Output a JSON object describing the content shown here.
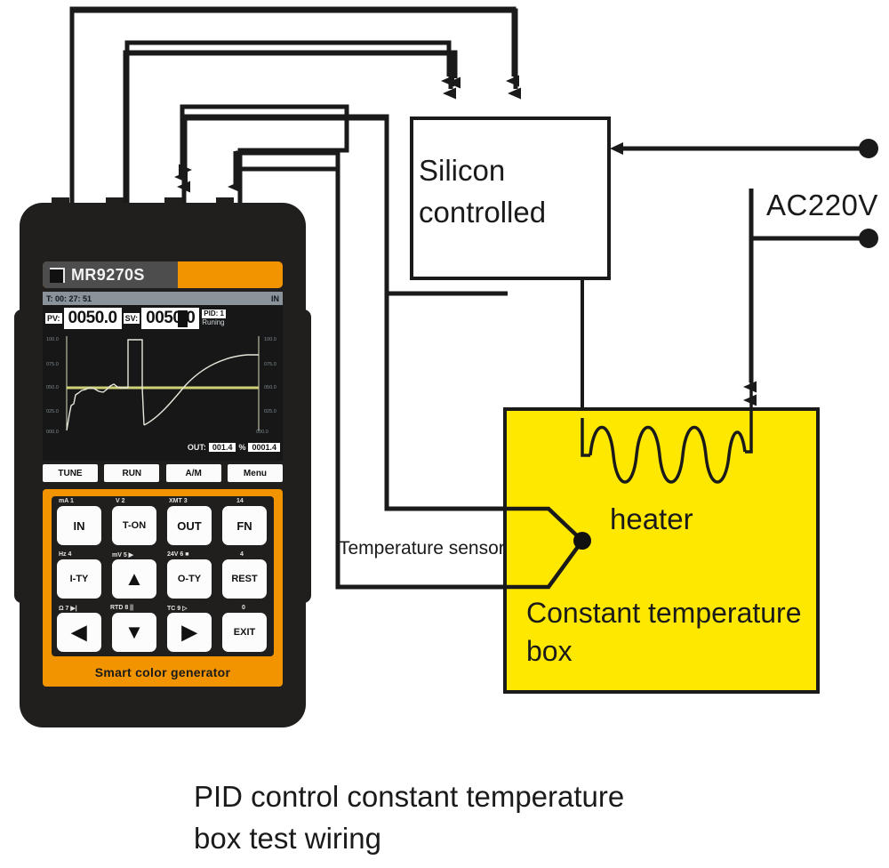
{
  "diagram": {
    "caption": "PID control constant temperature\nbox test wiring",
    "blocks": {
      "silicon": "Silicon\ncontrolled",
      "heater": "heater",
      "constant_box": "Constant temperature\nbox",
      "temperature_sensor": "Temperature sensor",
      "ac_supply": "AC220V"
    },
    "colors": {
      "box_fill": "#ffe800",
      "wire": "#1a1a1a",
      "device_body": "#211f1e",
      "accent_orange": "#f29400",
      "lcd_background": "#171717",
      "lcd_header": "#8a9399"
    }
  },
  "device": {
    "model": "MR9270S",
    "brand_text": "Smart color generator",
    "lcd": {
      "timer": "T: 00: 27: 51",
      "signal": "IN",
      "pv_tag": "PV:",
      "pv_value": "0050.0",
      "sv_tag": "SV:",
      "sv_value": "0050.0",
      "pid_label": "PID: 1",
      "status": "Runing",
      "out_tag": "OUT:",
      "out_value": "001.4",
      "out_unit": "%",
      "out_raw": "0001.4",
      "axis_left": [
        "100.0",
        "075.0",
        "050.0",
        "025.0",
        "000.0"
      ],
      "axis_right": [
        "100.0",
        "075.0",
        "050.0",
        "025.0",
        "000.0"
      ]
    },
    "softkeys": [
      "TUNE",
      "RUN",
      "A/M",
      "Menu"
    ],
    "keypad": {
      "rows": [
        {
          "labels": [
            "mA 1",
            "V 2",
            "XMT 3",
            "14"
          ],
          "keys": [
            "IN",
            "T-ON",
            "OUT",
            "FN"
          ]
        },
        {
          "labels": [
            "Hz 4",
            "mV 5 ▶",
            "24V 6 ■",
            "4"
          ],
          "keys": [
            "I-TY",
            "▲",
            "O-TY",
            "REST"
          ]
        },
        {
          "labels": [
            "Ω 7 ▶|",
            "RTD 8 ||",
            "TC 9 ▷",
            "0"
          ],
          "keys": [
            "◀",
            "▼",
            "▶",
            "EXIT"
          ]
        }
      ]
    }
  }
}
